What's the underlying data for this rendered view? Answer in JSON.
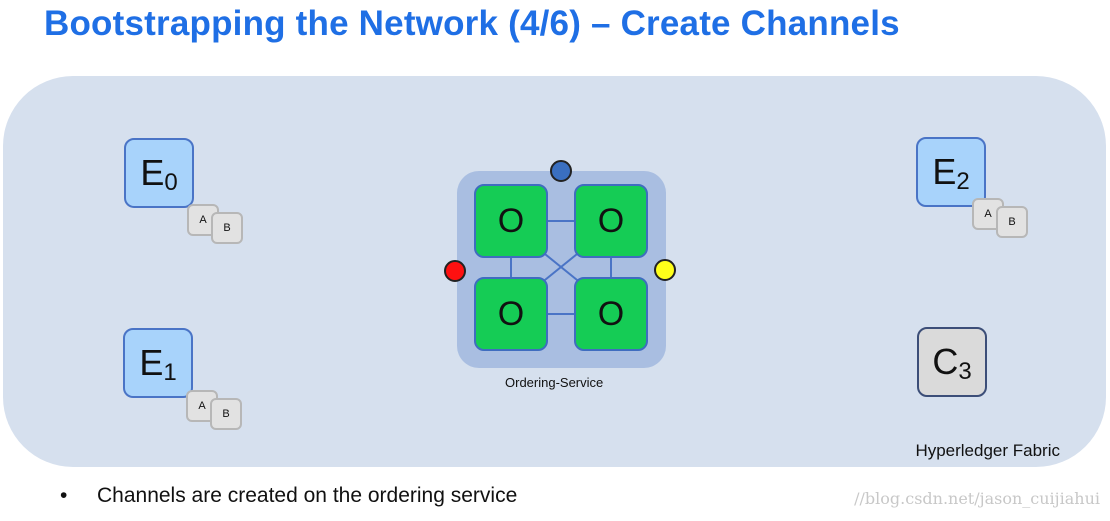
{
  "title": "Bootstrapping the Network (4/6) – Create Channels",
  "fabric": {
    "label": "Hyperledger Fabric"
  },
  "nodes": {
    "e0": {
      "letter": "E",
      "sub": "0",
      "chip_a": "A",
      "chip_b": "B"
    },
    "e1": {
      "letter": "E",
      "sub": "1",
      "chip_a": "A",
      "chip_b": "B"
    },
    "e2": {
      "letter": "E",
      "sub": "2",
      "chip_a": "A",
      "chip_b": "B"
    },
    "c3": {
      "letter": "C",
      "sub": "3"
    }
  },
  "ordering": {
    "label": "Ordering-Service",
    "nodes": [
      "O",
      "O",
      "O",
      "O"
    ]
  },
  "channels": {
    "blue": "#3a6fc0",
    "red": "#ff1010",
    "yellow": "#ffff1a"
  },
  "colors": {
    "title": "#1f6fe5",
    "fabric_bg": "#d6e0ee",
    "peer_fill": "#a8d3fb",
    "orderer_fill": "#15cc55",
    "client_fill": "#dadada"
  },
  "bullets": [
    "Channels are created on the ordering service"
  ],
  "watermark": "//blog.csdn.net/jason_cuijiahui"
}
